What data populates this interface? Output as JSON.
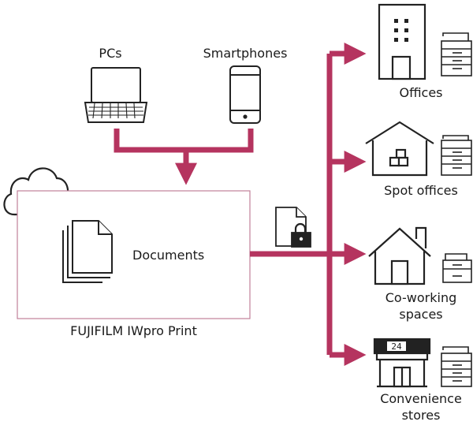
{
  "sources": {
    "pc_label": "PCs",
    "smartphone_label": "Smartphones"
  },
  "service": {
    "documents_label": "Documents",
    "name": "FUJIFILM IWpro Print"
  },
  "destinations": [
    {
      "label": "Offices"
    },
    {
      "label": "Spot offices"
    },
    {
      "label": "Co-working\nspaces"
    },
    {
      "label": "Convenience\nstores"
    }
  ],
  "store_sign_text": "24",
  "colors": {
    "arrow": "#b5345f",
    "icon_stroke": "#222222",
    "box_border": "#c0809a"
  },
  "icons": [
    "laptop-icon",
    "smartphone-icon",
    "cloud-icon",
    "documents-icon",
    "secure-document-icon",
    "office-building-icon",
    "house-icon",
    "coworking-house-icon",
    "convenience-store-icon",
    "printer-icon"
  ]
}
